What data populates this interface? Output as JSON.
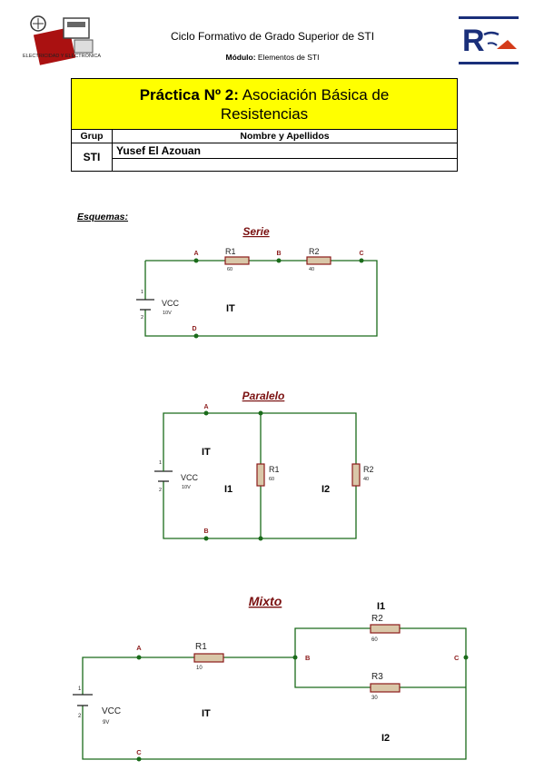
{
  "header": {
    "left_logo_text": "ELECTRICIDAD Y ELECTRÓNICA",
    "title": "Ciclo Formativo de Grado Superior de   STI",
    "module_label": "Módulo:",
    "module_value": " Elementos de STI",
    "right_logo_text": "R"
  },
  "practice": {
    "number": "Práctica Nº 2:",
    "name_line1": " Asociación Básica de",
    "name_line2": "Resistencias",
    "col_group": "Grup",
    "col_name": "Nombre y Apellidos",
    "group_value": "STI",
    "student_name": "Yusef El Azouan"
  },
  "schemes_heading": "Esquemas:",
  "serie": {
    "title": "Serie",
    "nodes": [
      "A",
      "B",
      "C",
      "D"
    ],
    "r1": "R1",
    "r1_val": "60",
    "r2": "R2",
    "r2_val": "40",
    "vcc": "VCC",
    "vcc_val": "10V",
    "pin1": "1",
    "pin2": "2",
    "current": "IT"
  },
  "paralelo": {
    "title": "Paralelo",
    "nodes": [
      "A",
      "B"
    ],
    "r1": "R1",
    "r1_val": "60",
    "r2": "R2",
    "r2_val": "40",
    "vcc": "VCC",
    "vcc_val": "10V",
    "pin1": "1",
    "pin2": "2",
    "currents": [
      "IT",
      "I1",
      "I2"
    ]
  },
  "mixto": {
    "title": "Mixto",
    "nodes": [
      "A",
      "B",
      "C",
      "C"
    ],
    "r1": "R1",
    "r1_val": "10",
    "r2": "R2",
    "r2_val": "60",
    "r3": "R3",
    "r3_val": "30",
    "vcc": "VCC",
    "vcc_val": "9V",
    "pin1": "1",
    "pin2": "2",
    "currents": [
      "I1",
      "IT",
      "I2"
    ]
  },
  "colors": {
    "wire": "#1a6b1a",
    "node": "#1a6b1a",
    "node_label": "#8b1a1a",
    "resistor_fill": "#d9c7a8",
    "resistor_stroke": "#8b1a1a",
    "banner": "#ffff00"
  }
}
